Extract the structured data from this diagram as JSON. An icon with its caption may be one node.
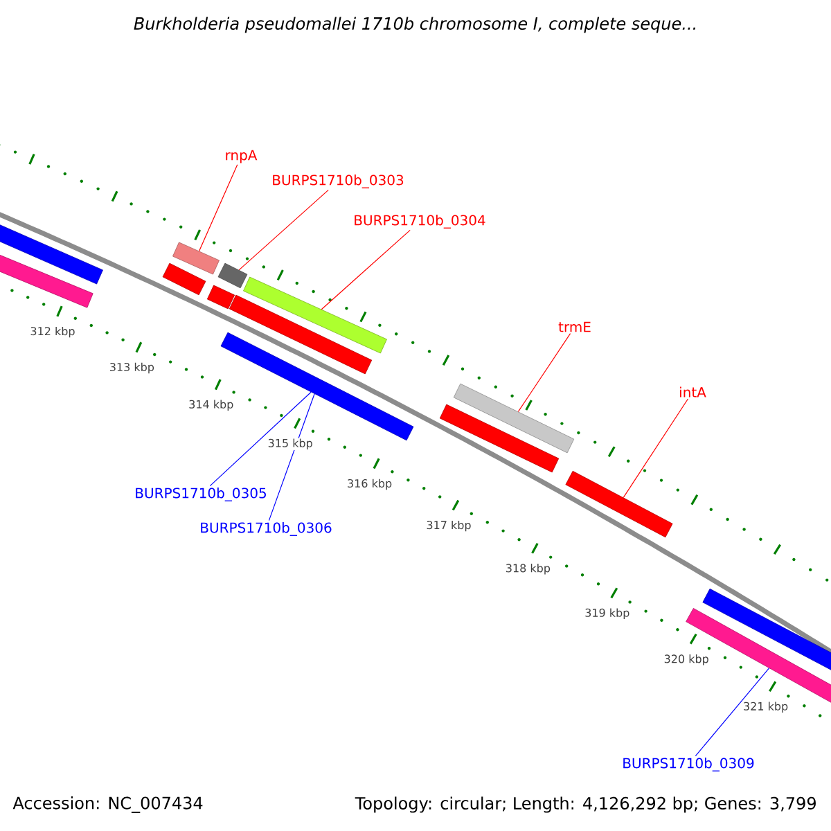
{
  "diagram": {
    "title": "*Burkholderia pseudomallei* 1710b chromosome I, complete seque...",
    "nodes": [
      {
        "text": [
          "rnpA"
        ]
      },
      {
        "text": [
          "BURPS1710b_0303"
        ]
      },
      {
        "text": [
          "BURPS1710b_0304"
        ]
      },
      {
        "text": [
          "trmE"
        ]
      },
      {
        "text": [
          "intA"
        ]
      },
      {
        "text": [
          "BURPS1710b_0305"
        ]
      },
      {
        "text": [
          "BURPS1710b_0306"
        ]
      },
      {
        "text": [
          "BURPS1710b_0309"
        ]
      },
      {
        "text": [],
        "shape": "bar"
      },
      {
        "text": [],
        "shape": "bar"
      },
      {
        "text": [],
        "shape": "bar"
      },
      {
        "text": [],
        "shape": "bar"
      },
      {
        "text": [],
        "shape": "bar"
      },
      {
        "text": [],
        "shape": "bar"
      },
      {
        "text": [],
        "shape": "bar"
      },
      {
        "text": [],
        "shape": "bar"
      },
      {
        "text": [],
        "shape": "bar"
      },
      {
        "text": [],
        "shape": "bar"
      },
      {
        "text": [],
        "shape": "bar"
      },
      {
        "text": [],
        "shape": "bar"
      },
      {
        "text": [],
        "shape": "bar"
      },
      {
        "text": [],
        "shape": "bar"
      }
    ],
    "edges": [
      {
        "from": 0,
        "to": 11,
        "arrow": "none"
      },
      {
        "from": 1,
        "to": 13,
        "arrow": "none"
      },
      {
        "from": 2,
        "to": 16,
        "arrow": "none"
      },
      {
        "from": 3,
        "to": 18,
        "arrow": "none"
      },
      {
        "from": 4,
        "to": 19,
        "arrow": "none"
      },
      {
        "from": 5,
        "to": 14,
        "arrow": "none",
        "color": "#0000ff"
      },
      {
        "from": 6,
        "to": 14,
        "arrow": "none",
        "color": "#0000ff"
      },
      {
        "from": 7,
        "to": 20,
        "arrow": "none",
        "color": "#0000ff"
      }
    ],
    "labels": [
      "312 kbp",
      "313 kbp",
      "314 kbp",
      "315 kbp",
      "316 kbp",
      "317 kbp",
      "318 kbp",
      "319 kbp",
      "320 kbp",
      "321 kbp",
      "Accession: NC_007434",
      "Topology: circular; Length: 4,126,292 bp; Genes: 3,799"
    ]
  }
}
